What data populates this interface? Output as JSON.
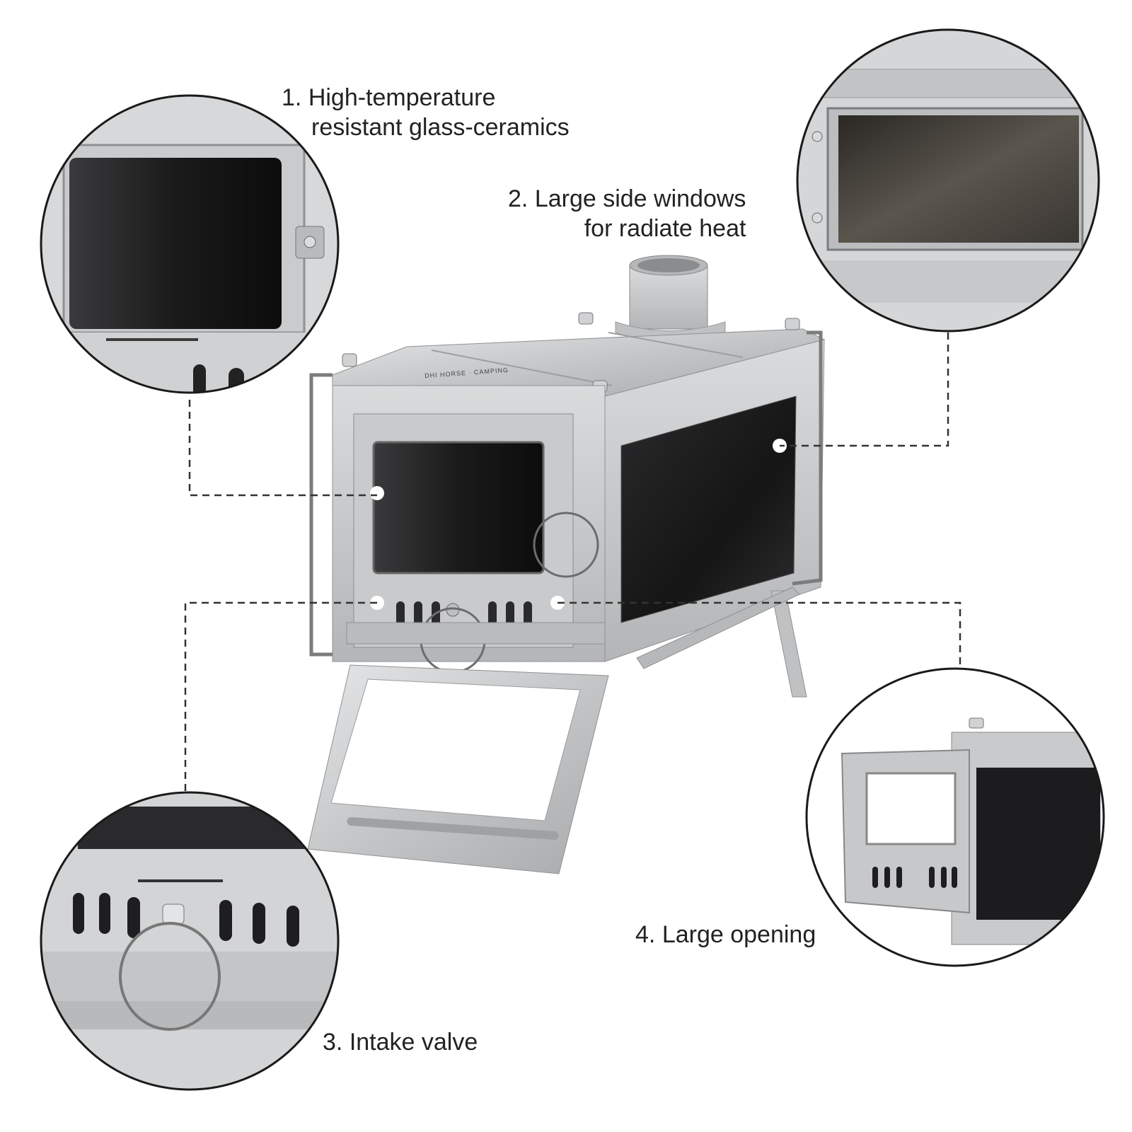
{
  "callouts": [
    {
      "number": "1.",
      "line1": "High-temperature",
      "line2": "resistant glass-ceramics"
    },
    {
      "number": "2.",
      "line1": "Large side windows",
      "line2": "for radiate heat"
    },
    {
      "number": "3.",
      "line1": "Intake valve"
    },
    {
      "number": "4.",
      "line1": "Large opening"
    }
  ],
  "stove_branding": "DHI HORSE · CAMPING",
  "colors": {
    "steel": "#c9cbcc",
    "steel_dark": "#9a9c9e",
    "glass": "#1c1c1e",
    "outline": "#1a1a1a",
    "dash": "#333333"
  }
}
